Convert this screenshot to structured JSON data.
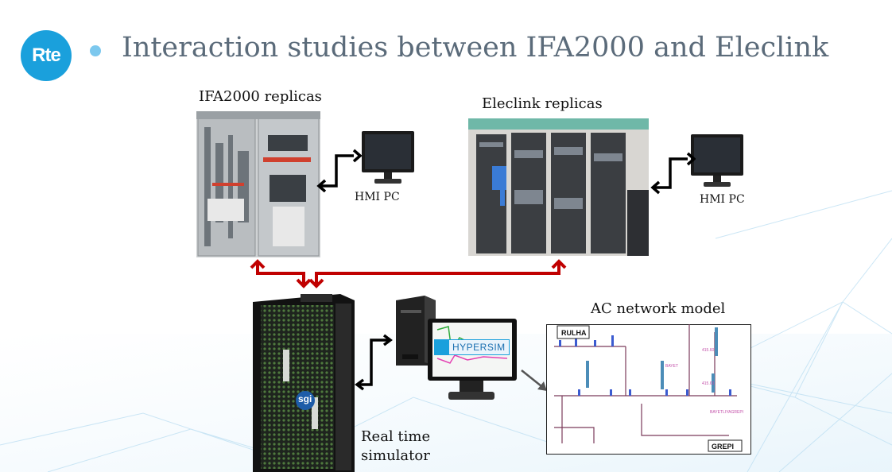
{
  "header": {
    "logo_text": "Rte",
    "title": "Interaction studies between IFA2000 and Eleclink"
  },
  "labels": {
    "ifa_replicas": "IFA2000 replicas",
    "eleclink_replicas": "Eleclink replicas",
    "hmi_pc_left": "HMI PC",
    "hmi_pc_right": "HMI PC",
    "ac_network": "AC network model",
    "rt_sim_line1": "Real time",
    "rt_sim_line2": "simulator"
  },
  "screen": {
    "hypersim": "HYPERSIM"
  },
  "rack": {
    "brand": "sgi"
  },
  "network": {
    "node_top": "RULHA",
    "node_bottom": "GREPI"
  },
  "colors": {
    "link_red": "#c00000",
    "link_black": "#000000",
    "brand_blue": "#1aa0dc"
  }
}
